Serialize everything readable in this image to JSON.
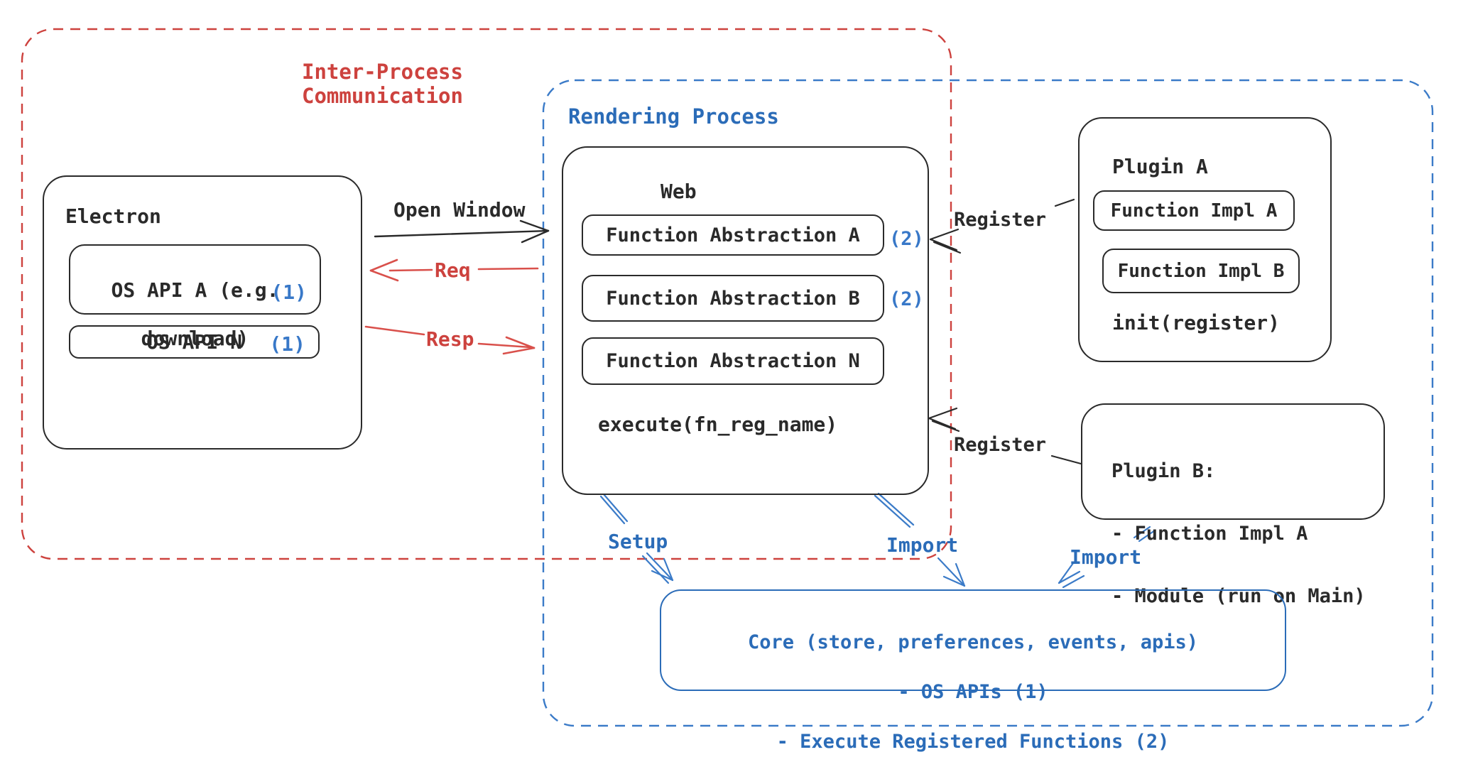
{
  "ipc_box": {
    "title": "Inter-Process\nCommunication"
  },
  "rendering_box": {
    "title": "Rendering Process"
  },
  "electron": {
    "title": "Electron",
    "os_api_a": {
      "line1": "OS API A (e.g.",
      "line2": "download)",
      "badge": "(1)"
    },
    "os_api_n": {
      "label": "OS API N",
      "badge": "(1)"
    }
  },
  "web": {
    "title": "Web",
    "abstractions": [
      {
        "label": "Function Abstraction A",
        "badge": "(2)"
      },
      {
        "label": "Function Abstraction B",
        "badge": "(2)"
      },
      {
        "label": "Function Abstraction N",
        "badge": ""
      }
    ],
    "execute": "execute(fn_reg_name)"
  },
  "plugin_a": {
    "title": "Plugin A",
    "impls": [
      {
        "label": "Function Impl A"
      },
      {
        "label": "Function Impl B"
      }
    ],
    "init": "init(register)"
  },
  "plugin_b": {
    "title": "Plugin B:",
    "items": [
      "- Function Impl A",
      "- Module (run on Main)"
    ]
  },
  "core": {
    "line1": "Core (store, preferences, events, apis)",
    "line2": "- OS APIs (1)",
    "line3": "- Execute Registered Functions (2)"
  },
  "connections": {
    "open_window": "Open Window",
    "req": "Req",
    "resp": "Resp",
    "register_a": "Register",
    "register_b": "Register",
    "setup": "Setup",
    "import_web": "Import",
    "import_plugin_b": "Import"
  },
  "colors": {
    "red": "#cd423e",
    "red_arrow": "#d9504b",
    "blue": "#2b6cb8",
    "blue_dash": "#3b7bc8",
    "badge_blue": "#3878c8",
    "black": "#2a2a2a"
  }
}
